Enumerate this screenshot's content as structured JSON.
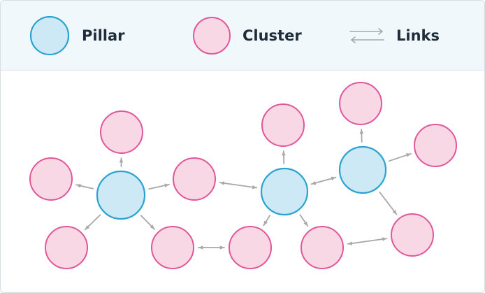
{
  "legend": {
    "pillar_label": "Pillar",
    "cluster_label": "Cluster",
    "links_label": "Links"
  },
  "colors": {
    "pillar_fill": "#cde9f5",
    "pillar_stroke": "#2aa3d0",
    "cluster_fill": "#f9d8e6",
    "cluster_stroke": "#e0579a",
    "link": "#a8a8a8",
    "legend_background": "#f1f8fc",
    "text": "#1f2d3a"
  },
  "diagram": {
    "nodes": [
      {
        "id": "p1",
        "kind": "pillar"
      },
      {
        "id": "p2",
        "kind": "pillar"
      },
      {
        "id": "p3",
        "kind": "pillar"
      },
      {
        "id": "c1",
        "kind": "cluster"
      },
      {
        "id": "c2",
        "kind": "cluster"
      },
      {
        "id": "c3",
        "kind": "cluster"
      },
      {
        "id": "c4",
        "kind": "cluster"
      },
      {
        "id": "c5",
        "kind": "cluster"
      },
      {
        "id": "c6",
        "kind": "cluster"
      },
      {
        "id": "c7",
        "kind": "cluster"
      },
      {
        "id": "c8",
        "kind": "cluster"
      },
      {
        "id": "c9",
        "kind": "cluster"
      },
      {
        "id": "c10",
        "kind": "cluster"
      },
      {
        "id": "c11",
        "kind": "cluster"
      }
    ],
    "links": [
      {
        "from": "p1",
        "to": "c1",
        "direction": "forward"
      },
      {
        "from": "p1",
        "to": "c2",
        "direction": "forward"
      },
      {
        "from": "p1",
        "to": "c3",
        "direction": "forward"
      },
      {
        "from": "p1",
        "to": "c4",
        "direction": "forward"
      },
      {
        "from": "p1",
        "to": "c5",
        "direction": "forward"
      },
      {
        "from": "c5",
        "to": "c6",
        "direction": "both"
      },
      {
        "from": "c3",
        "to": "p2",
        "direction": "both"
      },
      {
        "from": "p2",
        "to": "c7",
        "direction": "forward"
      },
      {
        "from": "p2",
        "to": "c6",
        "direction": "forward"
      },
      {
        "from": "p2",
        "to": "c8",
        "direction": "forward"
      },
      {
        "from": "p2",
        "to": "p3",
        "direction": "both"
      },
      {
        "from": "p3",
        "to": "c9",
        "direction": "forward"
      },
      {
        "from": "p3",
        "to": "c10",
        "direction": "forward"
      },
      {
        "from": "p3",
        "to": "c11",
        "direction": "forward"
      },
      {
        "from": "c8",
        "to": "c11",
        "direction": "both"
      }
    ]
  }
}
